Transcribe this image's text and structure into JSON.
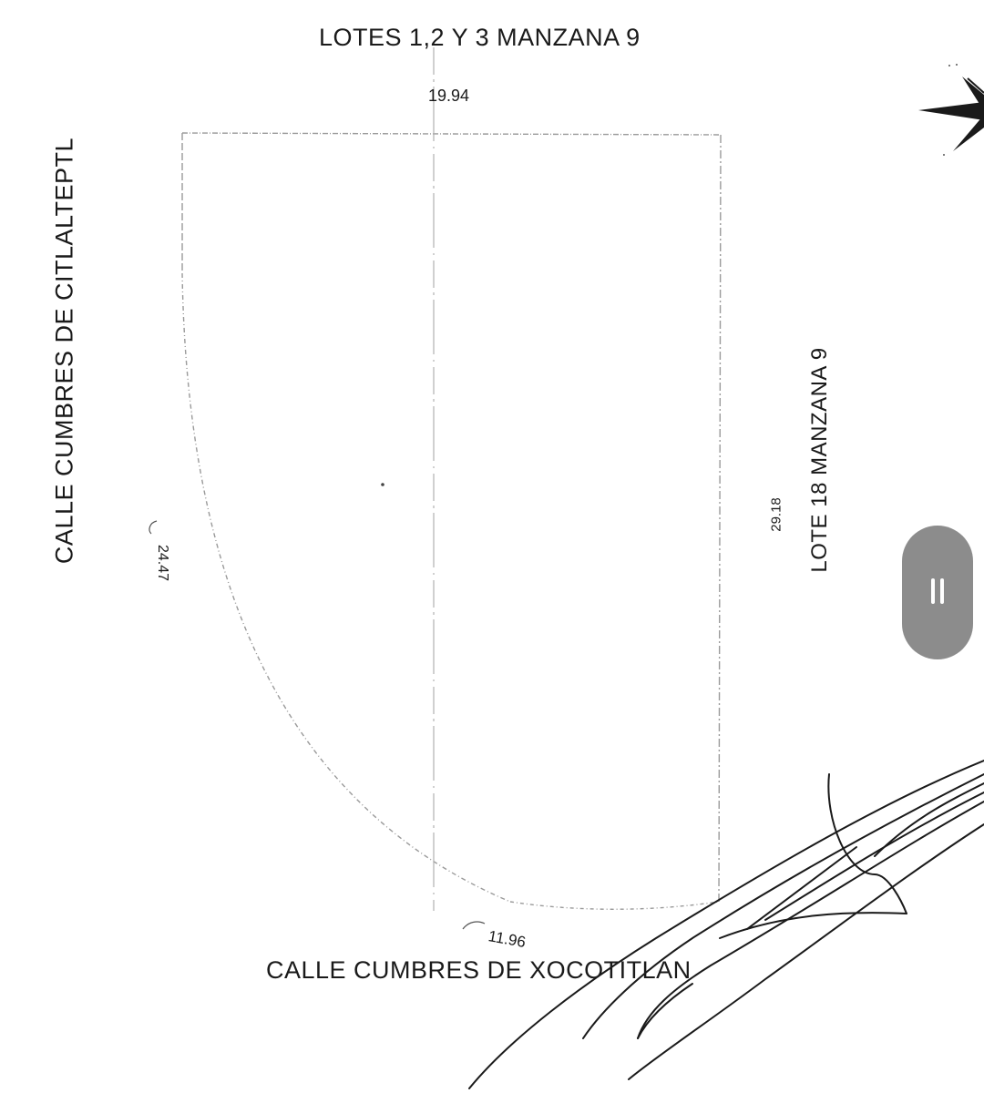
{
  "plan": {
    "title_north": "LOTES 1,2 Y 3 MANZANA 9",
    "dim_north": "19.94",
    "title_west": "CALLE CUMBRES DE CITLALTEPTL",
    "dim_arc_west": "24.47",
    "dim_east": "29.18",
    "title_east": "LOTE 18 MANZANA 9",
    "dim_arc_south": "11.96",
    "title_south": "CALLE CUMBRES DE XOCOTITLAN"
  },
  "colors": {
    "ink": "#1a1a1a",
    "boundary": "#9a9a9a",
    "handle": "#8c8c8c",
    "background": "#ffffff"
  },
  "icons": {
    "north_arrow": "north-arrow-icon",
    "signature": "signature",
    "handle": "drag-handle-icon"
  }
}
